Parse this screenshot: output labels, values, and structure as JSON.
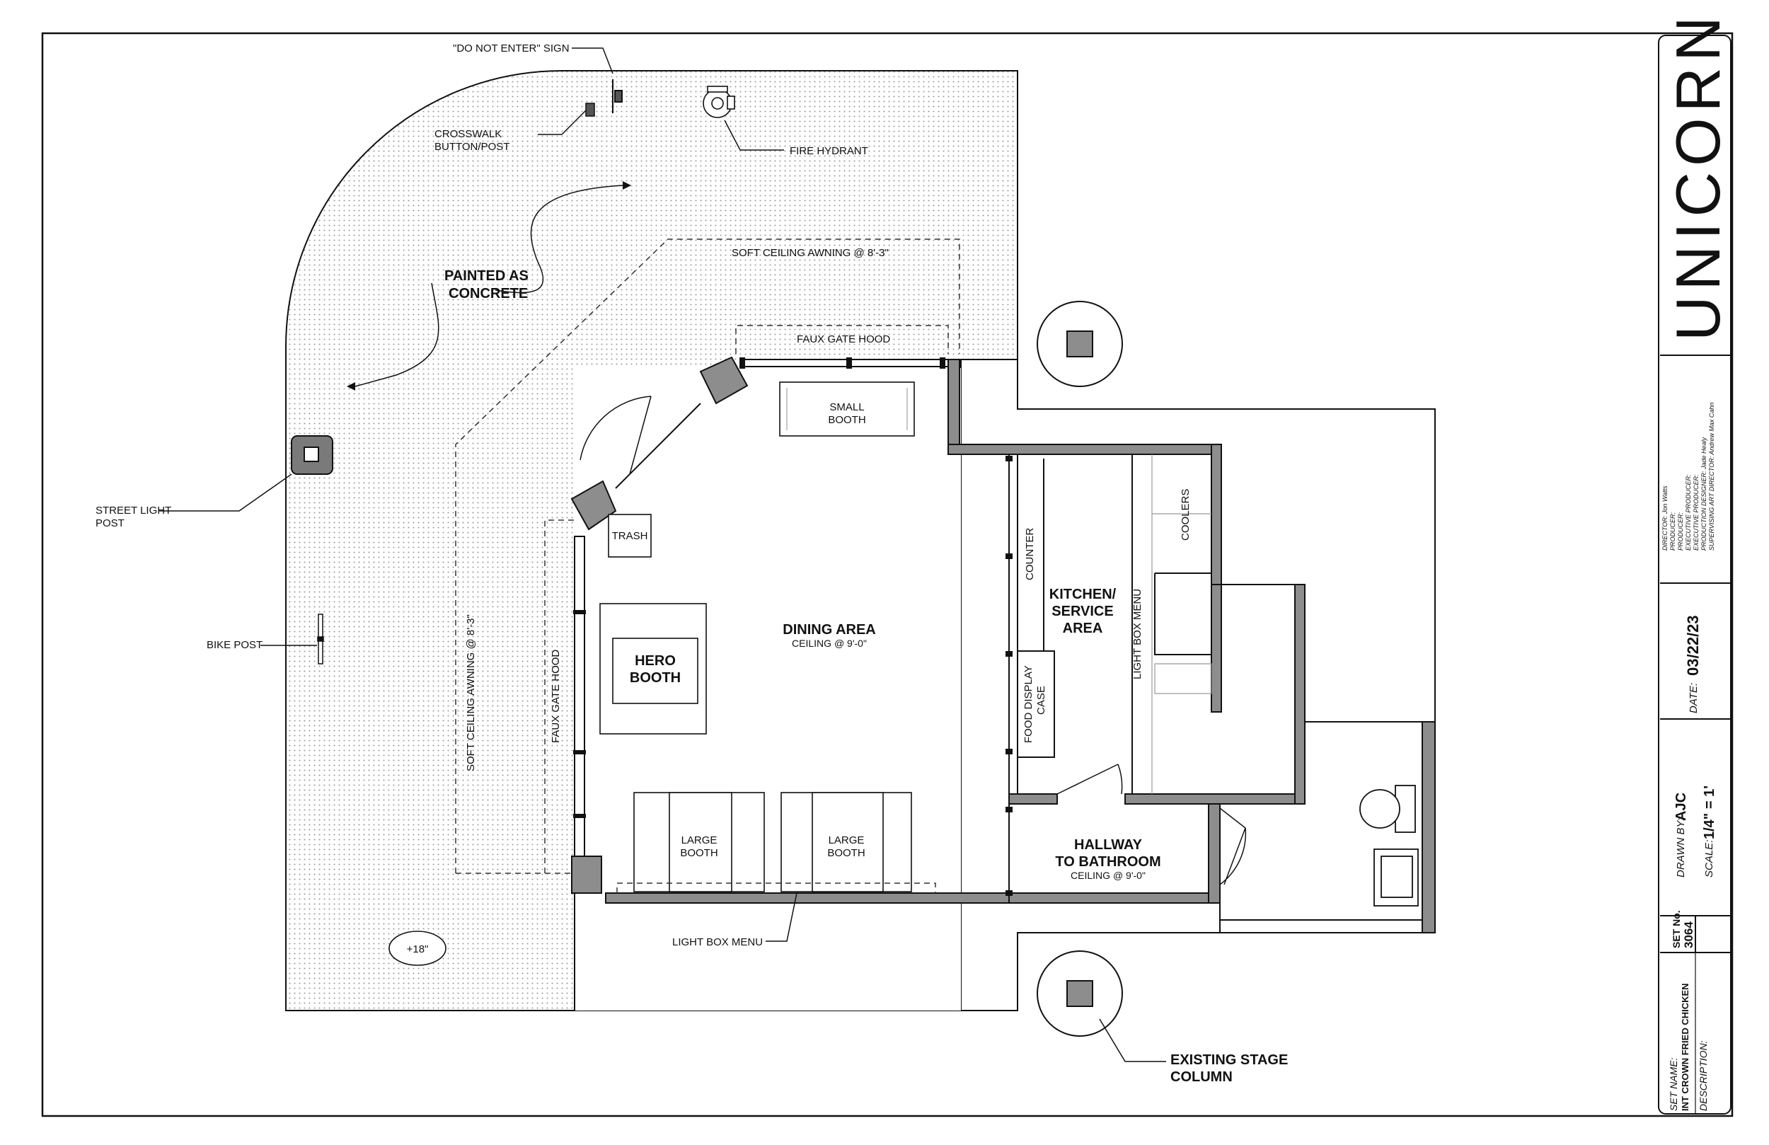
{
  "title_block": {
    "brand": "UNICORN",
    "credits": [
      "DIRECTOR: Jon Watts",
      "PRODUCER:",
      "PRODUCER:",
      "EXECUTIVE PRODUCER:",
      "EXECUTIVE PRODUCER:",
      "PRODUCTION DESIGNER: Jade Healy",
      "SUPERVISING ART DIRECTOR: Andrew Max Cahn"
    ],
    "date_label": "DATE:",
    "date_value": "03/22/23",
    "drawn_by_label": "DRAWN BY:",
    "drawn_by_value": "AJC",
    "scale_label": "SCALE:",
    "scale_value": "1/4\" = 1'",
    "set_no_label": "SET No.",
    "set_no_value": "3064",
    "set_name_label": "SET NAME:",
    "set_name_value": "INT CROWN FRIED CHICKEN",
    "description_label": "DESCRIPTION:"
  },
  "callouts": {
    "do_not_enter": "\"DO NOT ENTER\" SIGN",
    "crosswalk_1": "CROSSWALK",
    "crosswalk_2": "BUTTON/POST",
    "fire_hydrant": "FIRE HYDRANT",
    "painted_1": "PAINTED AS",
    "painted_2": "CONCRETE",
    "street_light_1": "STREET LIGHT",
    "street_light_2": "POST",
    "bike_post": "BIKE POST",
    "elevation": "+18\"",
    "light_box_menu_bottom": "LIGHT BOX MENU",
    "stage_column_1": "EXISTING STAGE",
    "stage_column_2": "COLUMN"
  },
  "plan_labels": {
    "soft_awning_top": "SOFT CEILING AWNING @ 8'-3\"",
    "soft_awning_side": "SOFT CEILING AWNING @ 8'-3\"",
    "faux_hood_top": "FAUX GATE HOOD",
    "faux_hood_side": "FAUX GATE HOOD",
    "small_booth_1": "SMALL",
    "small_booth_2": "BOOTH",
    "trash": "TRASH",
    "dining_area": "DINING AREA",
    "dining_ceiling": "CEILING @ 9'-0\"",
    "hero_booth_1": "HERO",
    "hero_booth_2": "BOOTH",
    "large_booth_1": "LARGE",
    "large_booth_2": "BOOTH",
    "counter": "COUNTER",
    "food_display_1": "FOOD DISPLAY",
    "food_display_2": "CASE",
    "kitchen_1": "KITCHEN/",
    "kitchen_2": "SERVICE",
    "kitchen_3": "AREA",
    "light_box_menu_side": "LIGHT BOX MENU",
    "coolers": "COOLERS",
    "hallway_1": "HALLWAY",
    "hallway_2": "TO BATHROOM",
    "hallway_ceiling": "CEILING @ 9'-0\""
  }
}
